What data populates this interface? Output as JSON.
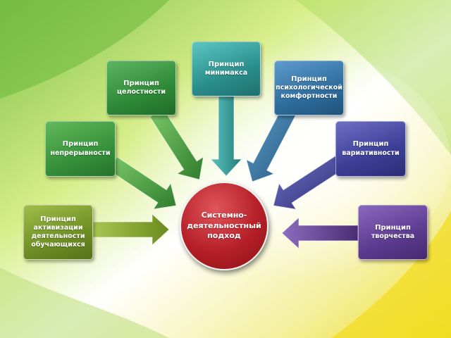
{
  "colors": {
    "green": "#3e9a3a",
    "teal": "#2f9a98",
    "blue": "#2e6e9e",
    "indigo": "#3d3f95",
    "purple": "#5d3a8c",
    "olive": "#7a9a2a",
    "red": "#b51f27"
  },
  "center": {
    "lines": [
      "Системно-",
      "деятельностный",
      "подход"
    ]
  },
  "principles": [
    {
      "id": "minimax",
      "lines": [
        "Принцип",
        "минимакса"
      ]
    },
    {
      "id": "integrity",
      "lines": [
        "Принцип",
        "целостности"
      ]
    },
    {
      "id": "comfort",
      "lines": [
        "Принцип",
        "психологической",
        "комфортности"
      ]
    },
    {
      "id": "continuity",
      "lines": [
        "Принцип",
        "непрерывности"
      ]
    },
    {
      "id": "variability",
      "lines": [
        "Принцип",
        "вариативности"
      ]
    },
    {
      "id": "activation",
      "lines": [
        "Принцип",
        "активизации",
        "деятельности",
        "обучающихся"
      ]
    },
    {
      "id": "creativity",
      "lines": [
        "Принцип",
        "творчества"
      ]
    }
  ]
}
